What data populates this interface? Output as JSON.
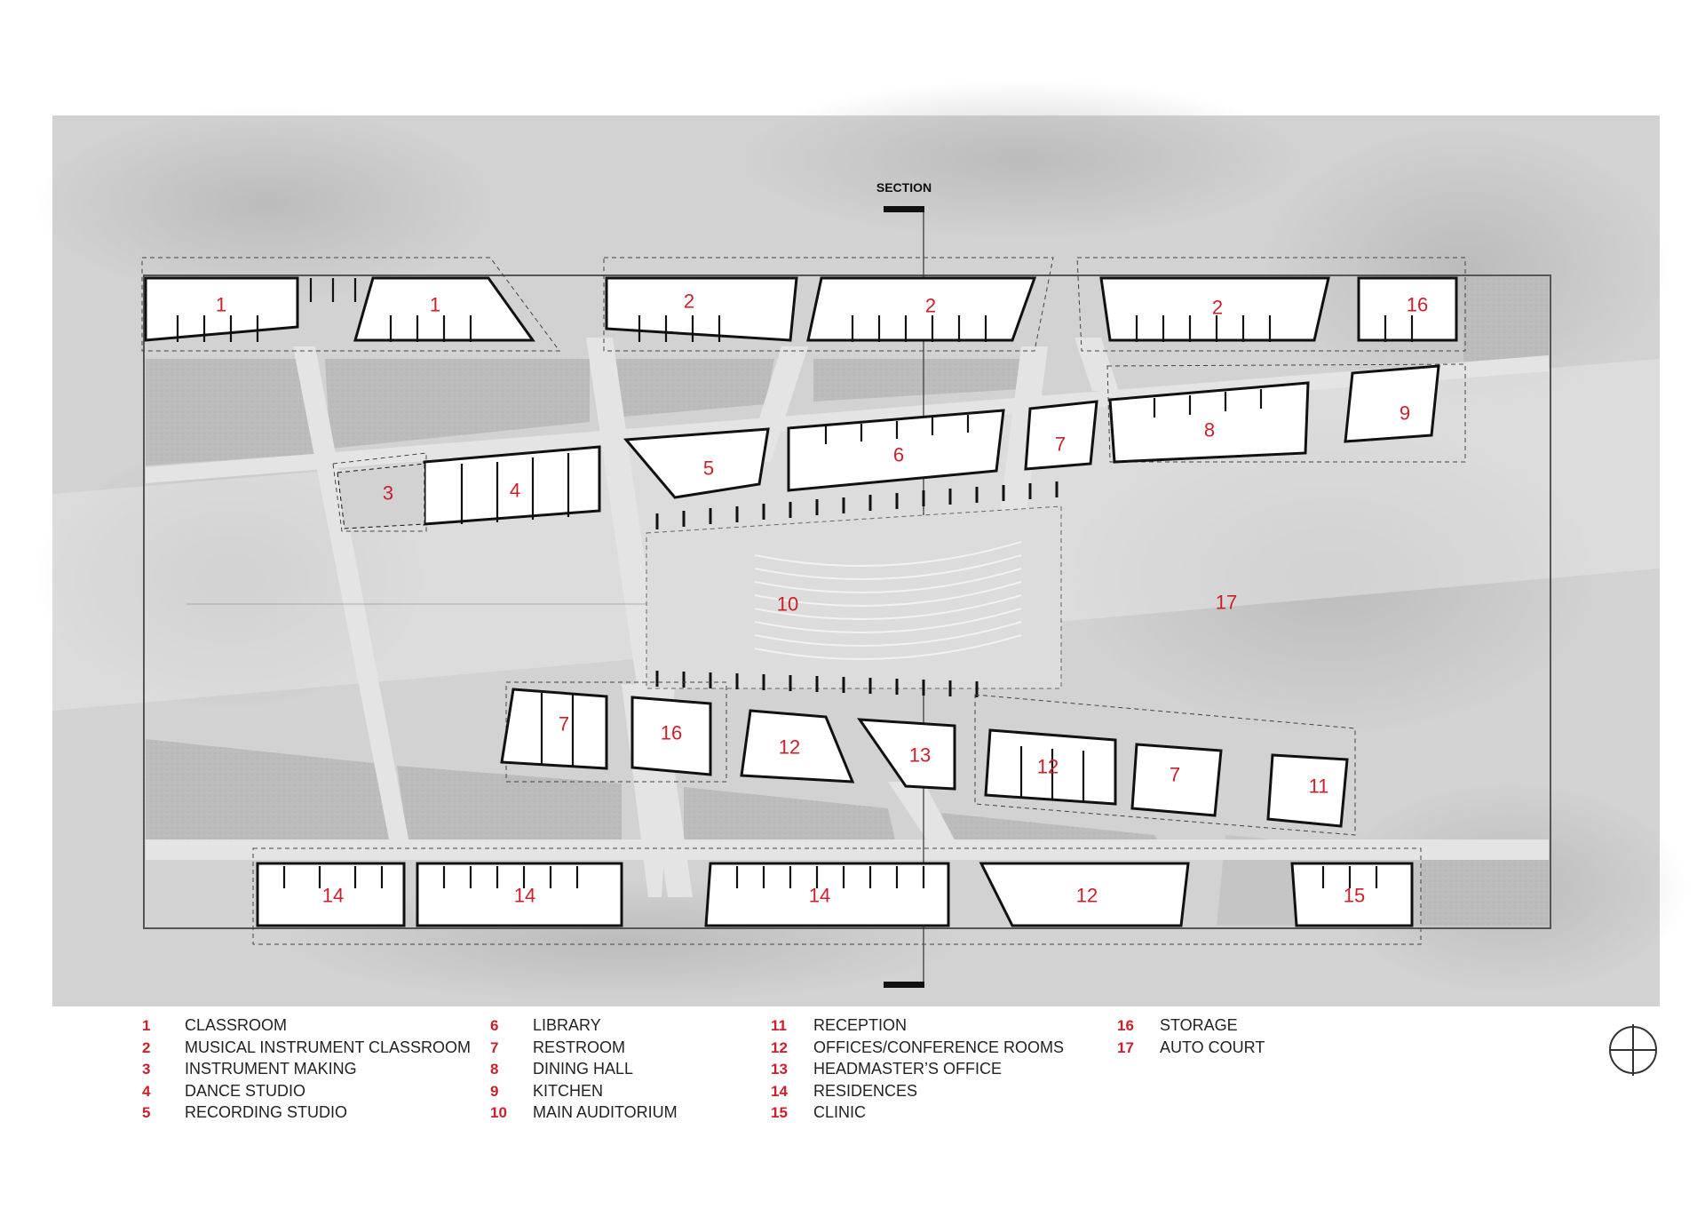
{
  "section_label": "SECTION",
  "rooms": [
    {
      "id": "r1a",
      "num": "1"
    },
    {
      "id": "r1b",
      "num": "1"
    },
    {
      "id": "r2a",
      "num": "2"
    },
    {
      "id": "r2b",
      "num": "2"
    },
    {
      "id": "r2c",
      "num": "2"
    },
    {
      "id": "r16a",
      "num": "16"
    },
    {
      "id": "r3",
      "num": "3"
    },
    {
      "id": "r4",
      "num": "4"
    },
    {
      "id": "r5",
      "num": "5"
    },
    {
      "id": "r6",
      "num": "6"
    },
    {
      "id": "r7a",
      "num": "7"
    },
    {
      "id": "r8",
      "num": "8"
    },
    {
      "id": "r9",
      "num": "9"
    },
    {
      "id": "r10",
      "num": "10"
    },
    {
      "id": "r17",
      "num": "17"
    },
    {
      "id": "r7b",
      "num": "7"
    },
    {
      "id": "r16b",
      "num": "16"
    },
    {
      "id": "r12a",
      "num": "12"
    },
    {
      "id": "r13",
      "num": "13"
    },
    {
      "id": "r12b",
      "num": "12"
    },
    {
      "id": "r7c",
      "num": "7"
    },
    {
      "id": "r11",
      "num": "11"
    },
    {
      "id": "r14a",
      "num": "14"
    },
    {
      "id": "r14b",
      "num": "14"
    },
    {
      "id": "r14c",
      "num": "14"
    },
    {
      "id": "r12c",
      "num": "12"
    },
    {
      "id": "r15",
      "num": "15"
    }
  ],
  "legend": {
    "columns": [
      [
        {
          "num": "1",
          "name": "CLASSROOM"
        },
        {
          "num": "2",
          "name": "MUSICAL INSTRUMENT CLASSROOM"
        },
        {
          "num": "3",
          "name": "INSTRUMENT MAKING"
        },
        {
          "num": "4",
          "name": "DANCE STUDIO"
        },
        {
          "num": "5",
          "name": "RECORDING STUDIO"
        }
      ],
      [
        {
          "num": "6",
          "name": "LIBRARY"
        },
        {
          "num": "7",
          "name": "RESTROOM"
        },
        {
          "num": "8",
          "name": "DINING HALL"
        },
        {
          "num": "9",
          "name": "KITCHEN"
        },
        {
          "num": "10",
          "name": "MAIN AUDITORIUM"
        }
      ],
      [
        {
          "num": "11",
          "name": "RECEPTION"
        },
        {
          "num": "12",
          "name": "OFFICES/CONFERENCE ROOMS"
        },
        {
          "num": "13",
          "name": "HEADMASTER’S OFFICE"
        },
        {
          "num": "14",
          "name": "RESIDENCES"
        },
        {
          "num": "15",
          "name": "CLINIC"
        }
      ],
      [
        {
          "num": "16",
          "name": "STORAGE"
        },
        {
          "num": "17",
          "name": "AUTO COURT"
        }
      ]
    ]
  },
  "colors": {
    "label_red": "#cc1f2a",
    "site_gray": "#cfcfcf",
    "courtyard_gray": "#bdbdbd",
    "path_light": "#e2e2e2",
    "room_white": "#ffffff",
    "wall_black": "#111111"
  },
  "icons": {
    "compass": "north-arrow-icon"
  }
}
